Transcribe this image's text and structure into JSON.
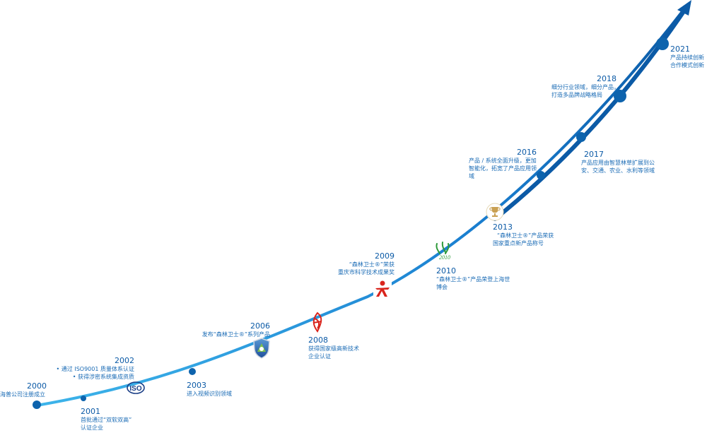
{
  "timeline": {
    "milestones": [
      {
        "id": "m2000",
        "year": "2000",
        "lines": [
          "海普公司注册成立"
        ]
      },
      {
        "id": "m2001",
        "year": "2001",
        "lines": [
          "首批通过“双软双高”",
          "认证企业"
        ]
      },
      {
        "id": "m2002",
        "year": "2002",
        "lines": [
          "• 通过 ISO9001 质量体系认证",
          "• 获得涉密系统集成资质"
        ]
      },
      {
        "id": "m2003",
        "year": "2003",
        "lines": [
          "进入视频识别领域"
        ]
      },
      {
        "id": "m2006",
        "year": "2006",
        "lines": [
          "发布“森林卫士®”系列产品"
        ]
      },
      {
        "id": "m2008",
        "year": "2008",
        "lines": [
          "获得国家级高新技术",
          "企业认证"
        ]
      },
      {
        "id": "m2009",
        "year": "2009",
        "lines": [
          "“森林卫士®”荣获",
          "重庆市科学技术成果奖"
        ]
      },
      {
        "id": "m2010",
        "year": "2010",
        "lines": [
          "“森林卫士®”产品荣登上海世",
          "博会"
        ]
      },
      {
        "id": "m2013",
        "year": "2013",
        "lines": [
          "“森林卫士®”产品荣获",
          "国家重点新产品称号"
        ]
      },
      {
        "id": "m2016",
        "year": "2016",
        "lines": [
          "产品 / 系统全面升级，更加",
          "智能化，拓宽了产品应用领",
          "域"
        ]
      },
      {
        "id": "m2017",
        "year": "2017",
        "lines": [
          "产品应用由智慧林草扩展到公",
          "安、交通、农业、水利等领域"
        ]
      },
      {
        "id": "m2018",
        "year": "2018",
        "lines": [
          "细分行业领域，细分产品，",
          "打造多品牌战略格局"
        ]
      },
      {
        "id": "m2021",
        "year": "2021",
        "lines": [
          "产品持续创新",
          "合作模式创新"
        ]
      }
    ],
    "badges": {
      "iso_text": "ISO",
      "expo_text": "2010"
    },
    "colors": {
      "line_start": "#2aa3e0",
      "line_end": "#0b5aa6",
      "dot": "#0d63ad",
      "text": "#0b5aa6",
      "red": "#d9241c",
      "expo_green": "#2e9a3a",
      "trophy_gold": "#c9a052"
    }
  }
}
